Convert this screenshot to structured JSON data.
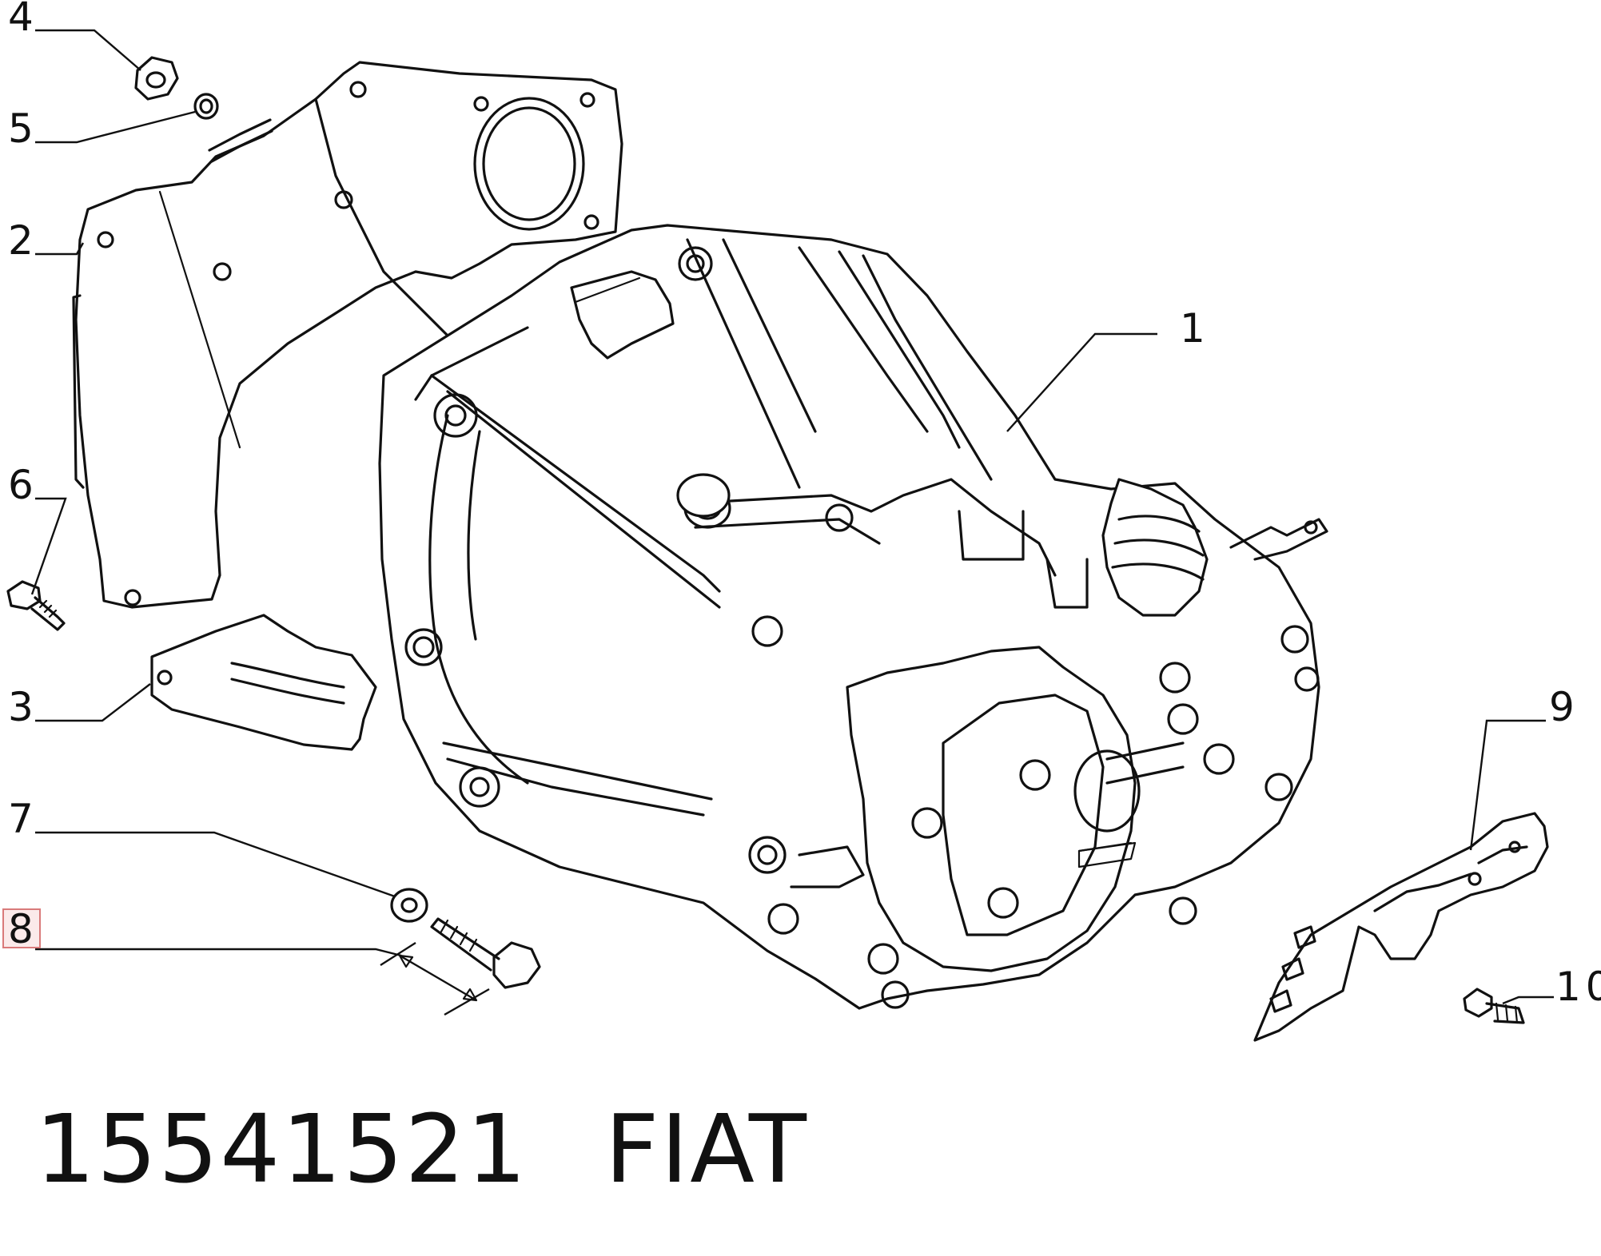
{
  "callouts": [
    {
      "id": "c1",
      "label": "1"
    },
    {
      "id": "c2",
      "label": "2"
    },
    {
      "id": "c3",
      "label": "3"
    },
    {
      "id": "c4",
      "label": "4"
    },
    {
      "id": "c5",
      "label": "5"
    },
    {
      "id": "c6",
      "label": "6"
    },
    {
      "id": "c7",
      "label": "7"
    },
    {
      "id": "c8",
      "label": "8",
      "highlighted": true
    },
    {
      "id": "c9",
      "label": "9"
    },
    {
      "id": "c10",
      "label": "10"
    }
  ],
  "footer": {
    "part_number": "15541521",
    "brand": "FIAT"
  },
  "colors": {
    "ink": "#111111",
    "highlight_border": "#d97a7a",
    "highlight_fill": "#fbeaea"
  }
}
